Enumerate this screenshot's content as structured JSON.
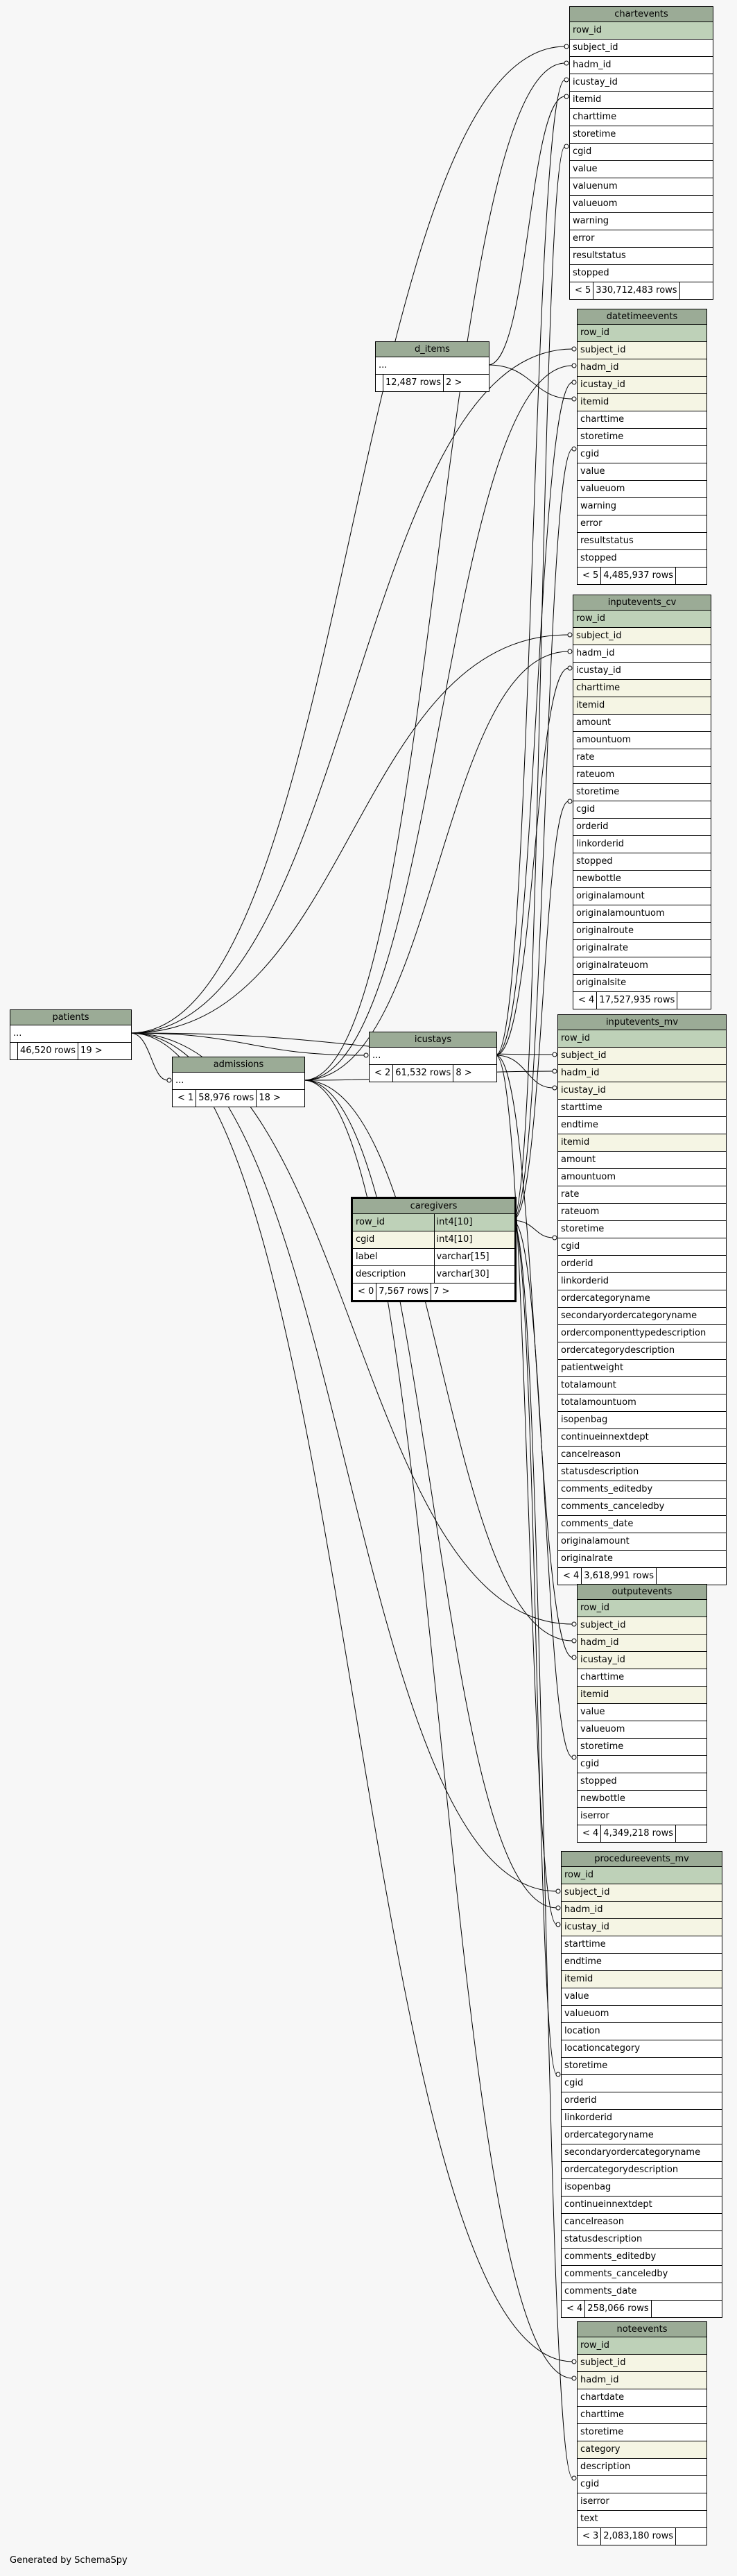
{
  "credit": "Generated by SchemaSpy",
  "tables": {
    "chartevents": {
      "title": "chartevents",
      "cols": [
        "row_id",
        "subject_id",
        "hadm_id",
        "icustay_id",
        "itemid",
        "charttime",
        "storetime",
        "cgid",
        "value",
        "valuenum",
        "valueuom",
        "warning",
        "error",
        "resultstatus",
        "stopped"
      ],
      "foot": [
        "< 5",
        "330,712,483 rows",
        ""
      ]
    },
    "datetimeevents": {
      "title": "datetimeevents",
      "cols": [
        "row_id",
        "subject_id",
        "hadm_id",
        "icustay_id",
        "itemid",
        "charttime",
        "storetime",
        "cgid",
        "value",
        "valueuom",
        "warning",
        "error",
        "resultstatus",
        "stopped"
      ],
      "foot": [
        "< 5",
        "4,485,937 rows",
        ""
      ]
    },
    "d_items": {
      "title": "d_items",
      "cols": [
        "..."
      ],
      "foot": [
        "",
        "12,487 rows",
        "2 >"
      ]
    },
    "inputevents_cv": {
      "title": "inputevents_cv",
      "cols": [
        "row_id",
        "subject_id",
        "hadm_id",
        "icustay_id",
        "charttime",
        "itemid",
        "amount",
        "amountuom",
        "rate",
        "rateuom",
        "storetime",
        "cgid",
        "orderid",
        "linkorderid",
        "stopped",
        "newbottle",
        "originalamount",
        "originalamountuom",
        "originalroute",
        "originalrate",
        "originalrateuom",
        "originalsite"
      ],
      "foot": [
        "< 4",
        "17,527,935 rows",
        ""
      ]
    },
    "patients": {
      "title": "patients",
      "cols": [
        "..."
      ],
      "foot": [
        "",
        "46,520 rows",
        "19 >"
      ]
    },
    "admissions": {
      "title": "admissions",
      "cols": [
        "..."
      ],
      "foot": [
        "< 1",
        "58,976 rows",
        "18 >"
      ]
    },
    "icustays": {
      "title": "icustays",
      "cols": [
        "..."
      ],
      "foot": [
        "< 2",
        "61,532 rows",
        "8 >"
      ]
    },
    "inputevents_mv": {
      "title": "inputevents_mv",
      "cols": [
        "row_id",
        "subject_id",
        "hadm_id",
        "icustay_id",
        "starttime",
        "endtime",
        "itemid",
        "amount",
        "amountuom",
        "rate",
        "rateuom",
        "storetime",
        "cgid",
        "orderid",
        "linkorderid",
        "ordercategoryname",
        "secondaryordercategoryname",
        "ordercomponenttypedescription",
        "ordercategorydescription",
        "patientweight",
        "totalamount",
        "totalamountuom",
        "isopenbag",
        "continueinnextdept",
        "cancelreason",
        "statusdescription",
        "comments_editedby",
        "comments_canceledby",
        "comments_date",
        "originalamount",
        "originalrate"
      ],
      "foot": [
        "< 4",
        "3,618,991 rows",
        ""
      ]
    },
    "caregivers": {
      "title": "caregivers",
      "rows": [
        [
          "row_id",
          "int4[10]"
        ],
        [
          "cgid",
          "int4[10]"
        ],
        [
          "label",
          "varchar[15]"
        ],
        [
          "description",
          "varchar[30]"
        ]
      ],
      "foot": [
        "< 0",
        "7,567 rows",
        "7 >"
      ]
    },
    "outputevents": {
      "title": "outputevents",
      "cols": [
        "row_id",
        "subject_id",
        "hadm_id",
        "icustay_id",
        "charttime",
        "itemid",
        "value",
        "valueuom",
        "storetime",
        "cgid",
        "stopped",
        "newbottle",
        "iserror"
      ],
      "foot": [
        "< 4",
        "4,349,218 rows",
        ""
      ]
    },
    "procedureevents_mv": {
      "title": "procedureevents_mv",
      "cols": [
        "row_id",
        "subject_id",
        "hadm_id",
        "icustay_id",
        "starttime",
        "endtime",
        "itemid",
        "value",
        "valueuom",
        "location",
        "locationcategory",
        "storetime",
        "cgid",
        "orderid",
        "linkorderid",
        "ordercategoryname",
        "secondaryordercategoryname",
        "ordercategorydescription",
        "isopenbag",
        "continueinnextdept",
        "cancelreason",
        "statusdescription",
        "comments_editedby",
        "comments_canceledby",
        "comments_date"
      ],
      "foot": [
        "< 4",
        "258,066 rows",
        ""
      ]
    },
    "noteevents": {
      "title": "noteevents",
      "cols": [
        "row_id",
        "subject_id",
        "hadm_id",
        "chartdate",
        "charttime",
        "storetime",
        "category",
        "description",
        "cgid",
        "iserror",
        "text"
      ],
      "foot": [
        "< 3",
        "2,083,180 rows",
        ""
      ]
    }
  },
  "colors": {
    "header": "#9bab96",
    "primary_key": "#bed1b8",
    "indexed": "#f5f5e4",
    "background": "#f7f7f7"
  }
}
